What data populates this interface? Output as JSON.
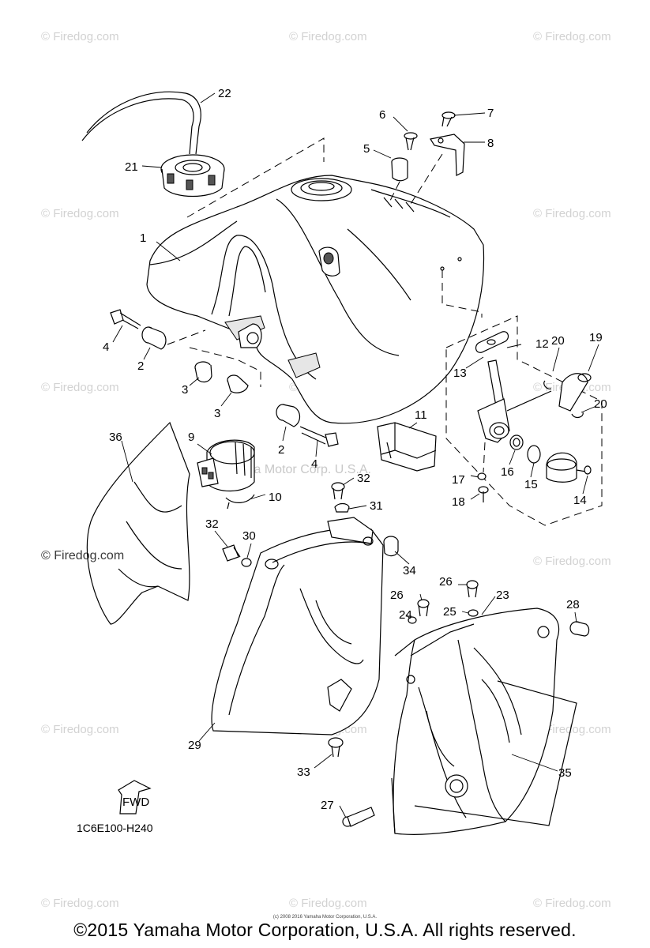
{
  "watermark": {
    "text": "© Firedog.com",
    "dark_text": "© Firedog.com",
    "center_text": "Yamaha Motor Corp. U.S.A."
  },
  "diagram": {
    "part_code": "1C6E100-H240",
    "fwd_label": "FWD",
    "callouts": [
      "1",
      "2",
      "2",
      "3",
      "3",
      "4",
      "4",
      "5",
      "6",
      "7",
      "8",
      "9",
      "10",
      "11",
      "12",
      "13",
      "14",
      "15",
      "16",
      "17",
      "18",
      "19",
      "20",
      "20",
      "21",
      "22",
      "23",
      "24",
      "25",
      "26",
      "26",
      "27",
      "28",
      "29",
      "30",
      "31",
      "32",
      "32",
      "33",
      "34",
      "35",
      "36"
    ]
  },
  "footer": {
    "tiny_text": "(c) 2008 2016 Yamaha Motor Corporation, U.S.A.",
    "copyright": "©2015 Yamaha Motor Corporation, U.S.A. All rights reserved."
  },
  "colors": {
    "line": "#000000",
    "watermark": "#d2d2d2",
    "background": "#ffffff"
  }
}
